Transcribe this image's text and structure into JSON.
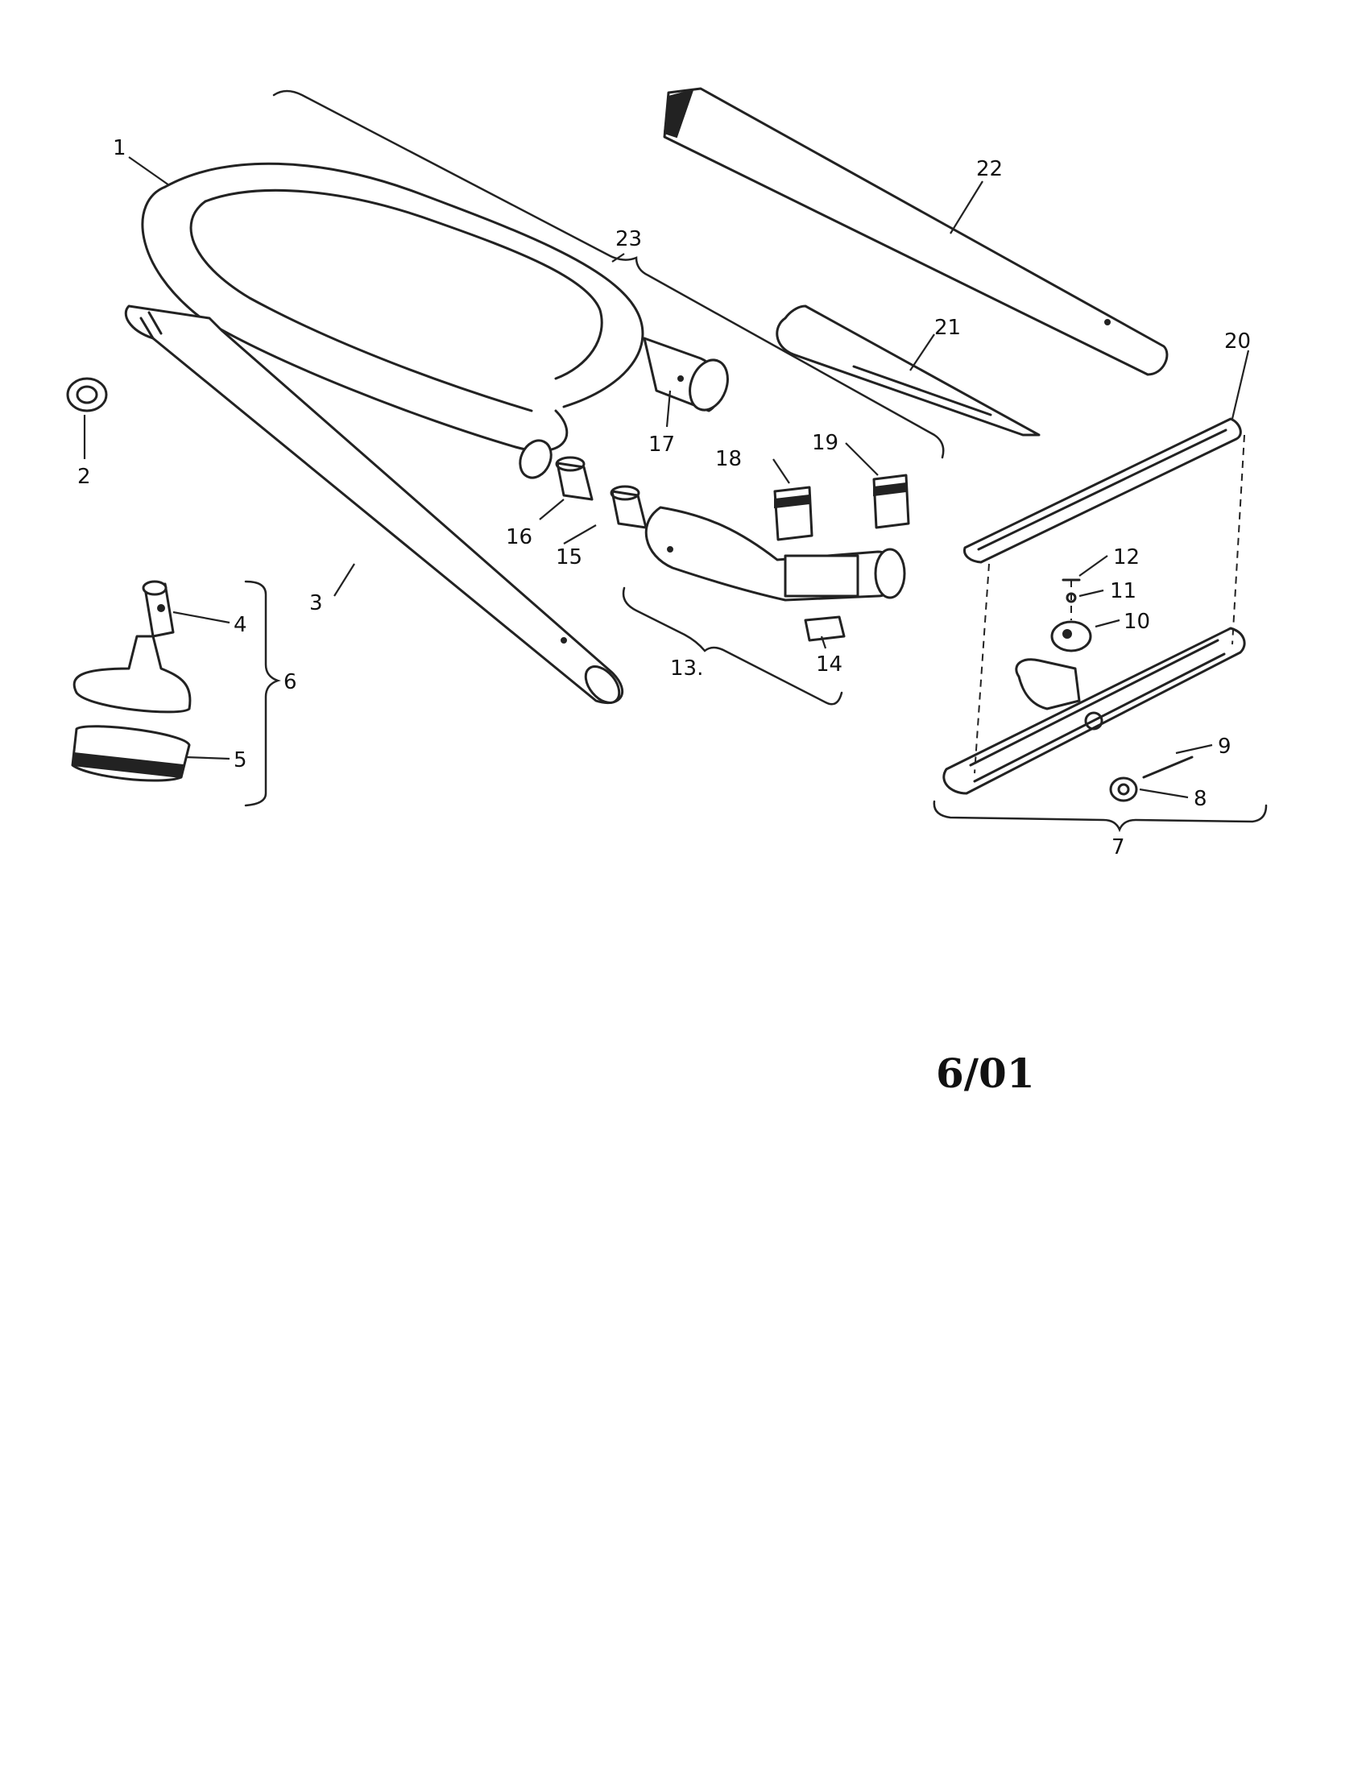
{
  "callouts": {
    "c1": "1",
    "c2": "2",
    "c3": "3",
    "c4": "4",
    "c5": "5",
    "c6": "6",
    "c7": "7",
    "c8": "8",
    "c9": "9",
    "c10": "10",
    "c11": "11",
    "c12": "12",
    "c13": "13.",
    "c14": "14",
    "c15": "15",
    "c16": "16",
    "c17": "17",
    "c18": "18",
    "c19": "19",
    "c20": "20",
    "c21": "21",
    "c22": "22",
    "c23": "23"
  },
  "revision_date": "6/01"
}
